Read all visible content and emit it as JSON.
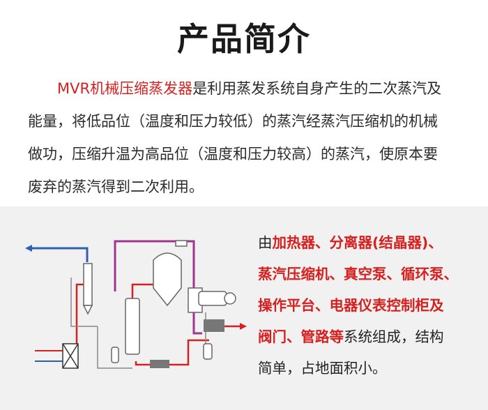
{
  "title": "产品简介",
  "intro": {
    "highlight": "MVR机械压缩蒸发器",
    "lines": [
      "是利用蒸发系统自身产生的二次蒸汽及",
      "能量，将低品位（温度和压力较低）的蒸汽经蒸汽压缩机的机械",
      "做功，压缩升温为高品位（温度和压力较高）的蒸汽，使原本要",
      "废弃的蒸汽得到二次利用。"
    ]
  },
  "composition": {
    "prefix": "由",
    "lines": [
      "加热器、分离器(结晶器)、",
      "蒸汽压缩机、真空泵、循环泵、",
      "操作平台、电器仪表控制柜及",
      "阀门、管路等"
    ],
    "suffix_line4": "系统组成，结构",
    "line5": "简单，占地面积小。"
  },
  "colors": {
    "accent_red": "#d6201f",
    "pipe_blue": "#2f5fb3",
    "pipe_purple": "#a0358f",
    "panel_bg": "#f1f1f1"
  }
}
